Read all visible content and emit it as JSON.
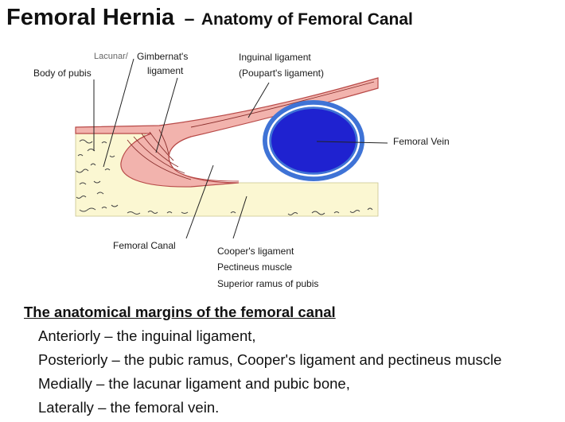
{
  "title": {
    "main": "Femoral Hernia",
    "dash": "–",
    "subtitle": "Anatomy of Femoral Canal"
  },
  "labels": {
    "lacunar": "Lacunar/",
    "gimbernat_1": "Gimbernat's",
    "gimbernat_2": "ligament",
    "body_of_pubis": "Body of pubis",
    "inguinal_1": "Inguinal ligament",
    "inguinal_2": "(Poupart's ligament)",
    "femoral_vein": "Femoral Vein",
    "femoral_canal": "Femoral Canal",
    "coopers": "Cooper's ligament",
    "pectineus": "Pectineus muscle",
    "superior_ramus": "Superior ramus of pubis"
  },
  "margins": {
    "heading": "The anatomical margins of the femoral canal",
    "items": [
      "Anteriorly – the inguinal ligament,",
      "Posteriorly – the pubic ramus, Cooper's ligament and pectineus muscle",
      "Medially – the lacunar ligament  and pubic bone,",
      "Laterally – the femoral vein."
    ]
  },
  "colors": {
    "ligament_fill": "#f2b3ad",
    "ligament_stroke": "#b84a48",
    "bone_fill": "#fbf7d2",
    "vein_outer": "#3f73d6",
    "vein_inner": "#1f22d0",
    "vein_core": "#0d0e8a"
  }
}
